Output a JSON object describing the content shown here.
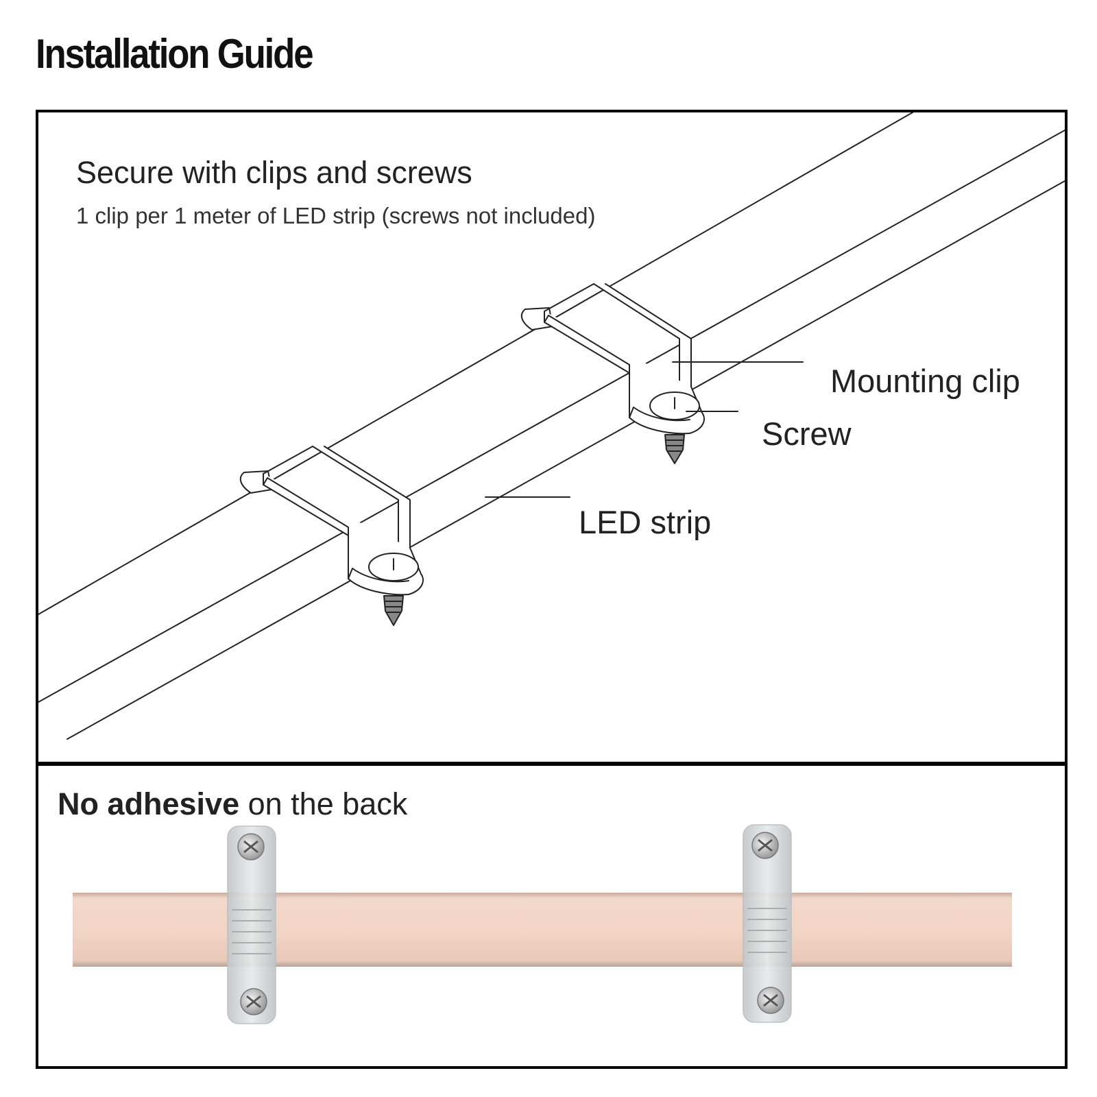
{
  "title": "Installation Guide",
  "top_panel": {
    "heading": "Secure with clips and screws",
    "subheading": "1 clip per 1 meter of LED strip (screws not included)",
    "labels": {
      "mounting_clip": "Mounting clip",
      "screw": "Screw",
      "led_strip": "LED strip"
    }
  },
  "bottom_panel": {
    "heading_bold": "No adhesive",
    "heading_rest": " on the back"
  },
  "colors": {
    "strip_fill": "#ecccbe",
    "clip_fill": "#d8dcdd",
    "line": "#222222",
    "frame": "#000000"
  }
}
